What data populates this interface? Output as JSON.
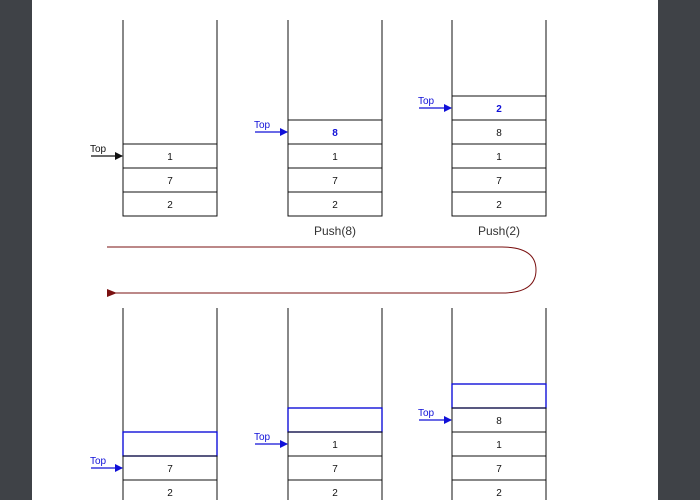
{
  "colors": {
    "background": "#3f4247",
    "page": "#ffffff",
    "stroke": "#111111",
    "highlight": "#1010d8",
    "flow_arrow": "#7a1010"
  },
  "top_label": "Top",
  "stacks": [
    {
      "id": "s1",
      "caption": "",
      "cells": [
        "1",
        "7",
        "2"
      ],
      "new_index": -1,
      "top_color": "#111111"
    },
    {
      "id": "s2",
      "caption": "Push(8)",
      "cells": [
        "8",
        "1",
        "7",
        "2"
      ],
      "new_index": 0,
      "top_color": "#1010d8"
    },
    {
      "id": "s3",
      "caption": "Push(2)",
      "cells": [
        "2",
        "8",
        "1",
        "7",
        "2"
      ],
      "new_index": 0,
      "top_color": "#1010d8"
    },
    {
      "id": "s4",
      "caption": "",
      "cells": [
        "",
        "7",
        "2"
      ],
      "new_index": 0,
      "top_color": "#1010d8",
      "top_at_index": 1
    },
    {
      "id": "s5",
      "caption": "",
      "cells": [
        "",
        "1",
        "7",
        "2"
      ],
      "new_index": 0,
      "top_color": "#1010d8",
      "top_at_index": 1
    },
    {
      "id": "s6",
      "caption": "",
      "cells": [
        "",
        "8",
        "1",
        "7",
        "2"
      ],
      "new_index": 0,
      "top_color": "#1010d8",
      "top_at_index": 1
    }
  ]
}
